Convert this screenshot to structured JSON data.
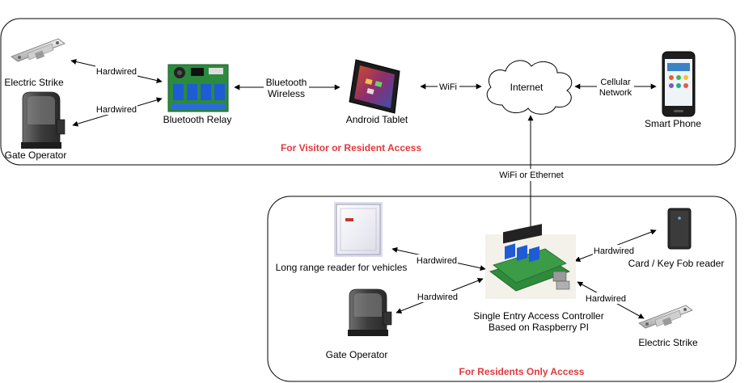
{
  "colors": {
    "accent": "#e0383e",
    "line": "#000000",
    "relay_board": "#2b8a3e",
    "relay_block": "#1f5bd6",
    "tablet": "#222222",
    "cloud_fill": "#ffffff"
  },
  "zones": {
    "visitor": {
      "caption": "For Visitor or Resident Access"
    },
    "residents": {
      "caption": "For Residents Only Access"
    }
  },
  "nodes": {
    "electric_strike_top": {
      "label": "Electric Strike",
      "icon": "electric-strike-icon"
    },
    "gate_operator_top": {
      "label": "Gate Operator",
      "icon": "gate-operator-icon"
    },
    "bluetooth_relay": {
      "label": "Bluetooth Relay",
      "icon": "relay-board-icon"
    },
    "android_tablet": {
      "label": "Android Tablet",
      "icon": "tablet-icon"
    },
    "internet": {
      "label": "Internet",
      "icon": "cloud-icon"
    },
    "smart_phone": {
      "label": "Smart Phone",
      "icon": "smartphone-icon"
    },
    "long_range_reader": {
      "label": "Long range reader for vehicles",
      "icon": "rfid-reader-icon"
    },
    "gate_operator_bottom": {
      "label": "Gate Operator",
      "icon": "gate-operator-icon"
    },
    "controller": {
      "label_line1": "Single Entry Access Controller",
      "label_line2": "Based on Raspberry PI",
      "icon": "raspberry-pi-icon"
    },
    "card_reader": {
      "label": "Card / Key Fob reader",
      "icon": "keyfob-reader-icon"
    },
    "electric_strike_bottom": {
      "label": "Electric Strike",
      "icon": "electric-strike-icon"
    }
  },
  "edges": {
    "strike_relay": {
      "label": "Hardwired"
    },
    "gate_relay": {
      "label": "Hardwired"
    },
    "relay_tablet": {
      "label_line1": "Bluetooth",
      "label_line2": "Wireless"
    },
    "tablet_internet": {
      "label": "WiFi"
    },
    "internet_phone": {
      "label_line1": "Cellular",
      "label_line2": "Network"
    },
    "internet_controller": {
      "label": "WiFi or Ethernet"
    },
    "reader_controller": {
      "label": "Hardwired"
    },
    "gate_controller": {
      "label": "Hardwired"
    },
    "controller_card": {
      "label": "Hardwired"
    },
    "controller_strike": {
      "label": "Hardwired"
    }
  }
}
